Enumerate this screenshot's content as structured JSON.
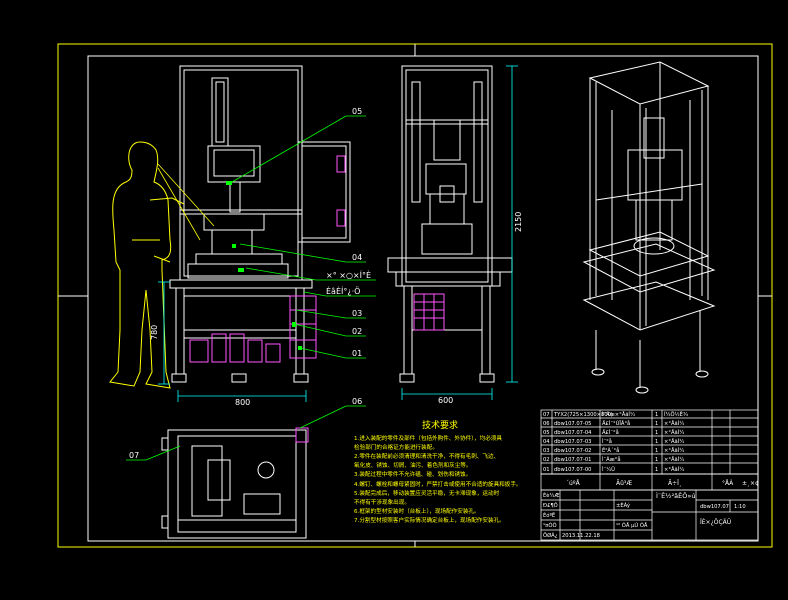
{
  "colors": {
    "background": "#000000",
    "border": "#ffff00",
    "frame": "#ffffff",
    "machine": "#ffffff",
    "operator": "#ffff00",
    "leader": "#00ff00",
    "dimension": "#00ffff",
    "pneumatics": "#ff55ff",
    "notes": "#ffff00",
    "title_text": "#ffffff"
  },
  "balloons": {
    "b05": "05",
    "b04": "04",
    "b03": "03",
    "b02": "02",
    "b01": "01",
    "b06": "06",
    "b07": "07"
  },
  "callouts": {
    "c1": "×° ×○×Í°È",
    "c2": "ÈâÈÍ°¿·Ö"
  },
  "dimensions": {
    "front_width": "800",
    "side_width": "600",
    "overall_height": "2150",
    "table_height": "780"
  },
  "tech_requirements": {
    "title": "技术要求",
    "lines": [
      "1.进入装配的零件及部件（包括外购件、外协件），均必须具",
      "   检验部门的合格证方能进行装配。",
      "2.零件在装配前必须清理和清洗干净，不得有毛刺、飞边、",
      "   氧化皮、锈蚀、切屑、油污、着色剂和灰尘等。",
      "3.装配过程中零件不允许磕、碰、划伤和锈蚀。",
      "4.螺钉、螺栓和螺母紧固时，严禁打击或使用不合适的旋具和扳手。",
      "5.装配完成后，移动装置应灵活平稳，无卡滞现象，运动时",
      "   不得有干涉现象出现。",
      "6.框架的型材安装时（台板上），现场配作安装孔。",
      "7.分割型材按照客户实际情况确定台板上，现场配作安装孔。"
    ]
  },
  "bom_rows": [
    {
      "no": "07",
      "code": "TYX2(725×1300×800)",
      "name": "Ì¨Ãæ×°ÅäÍ¼",
      "qty": "1",
      "material": "Í¼Ö½Ê¾"
    },
    {
      "no": "06",
      "code": "dbw107.07-05",
      "name": "Ä£Ì¨°ÚÏÂ°å",
      "qty": "1",
      "material": "×°ÅäÍ¼"
    },
    {
      "no": "05",
      "code": "dbw107.07-04",
      "name": "Ä£Ì¨°å",
      "qty": "1",
      "material": "×°ÅäÍ¼"
    },
    {
      "no": "04",
      "code": "dbw107.07-03",
      "name": "Ì¨°å",
      "qty": "1",
      "material": "×°ÅäÍ¼"
    },
    {
      "no": "03",
      "code": "dbw107.07-02",
      "name": "Ê²Ã´°å",
      "qty": "1",
      "material": "×°ÅäÍ¼"
    },
    {
      "no": "02",
      "code": "dbw107.07-01",
      "name": "Ì¨Ãæ°å",
      "qty": "1",
      "material": "×°ÅäÍ¼"
    },
    {
      "no": "01",
      "code": "dbw107.07-00",
      "name": "Ì¨¼Ü",
      "qty": "1",
      "material": "×°ÅäÍ¼"
    }
  ],
  "title_block": {
    "header_a": "´úºÅ",
    "header_b": "Ãû³Æ",
    "header_c": "Ã÷Ï¸",
    "header_d": "°ÅÀ",
    "header_e": "±¸×¢",
    "drawing_label": "Ì¨Ê½²âÊÔ»ú",
    "drawing_no": "dbw107.07",
    "scale_label": "±ÈÀý",
    "scale": "1:10",
    "design": "Éè¼Æ",
    "check": "Ð£¶Ô",
    "approve": "ÉóºË",
    "craft": "¹¤ÒÕ",
    "date": "2013.11.22.18",
    "sheet": "¹² ÕÅ µÚ ÕÅ",
    "company": "ÏÈ×¿ÖÇÄÜ",
    "weight": "ÖØÁ¿"
  }
}
